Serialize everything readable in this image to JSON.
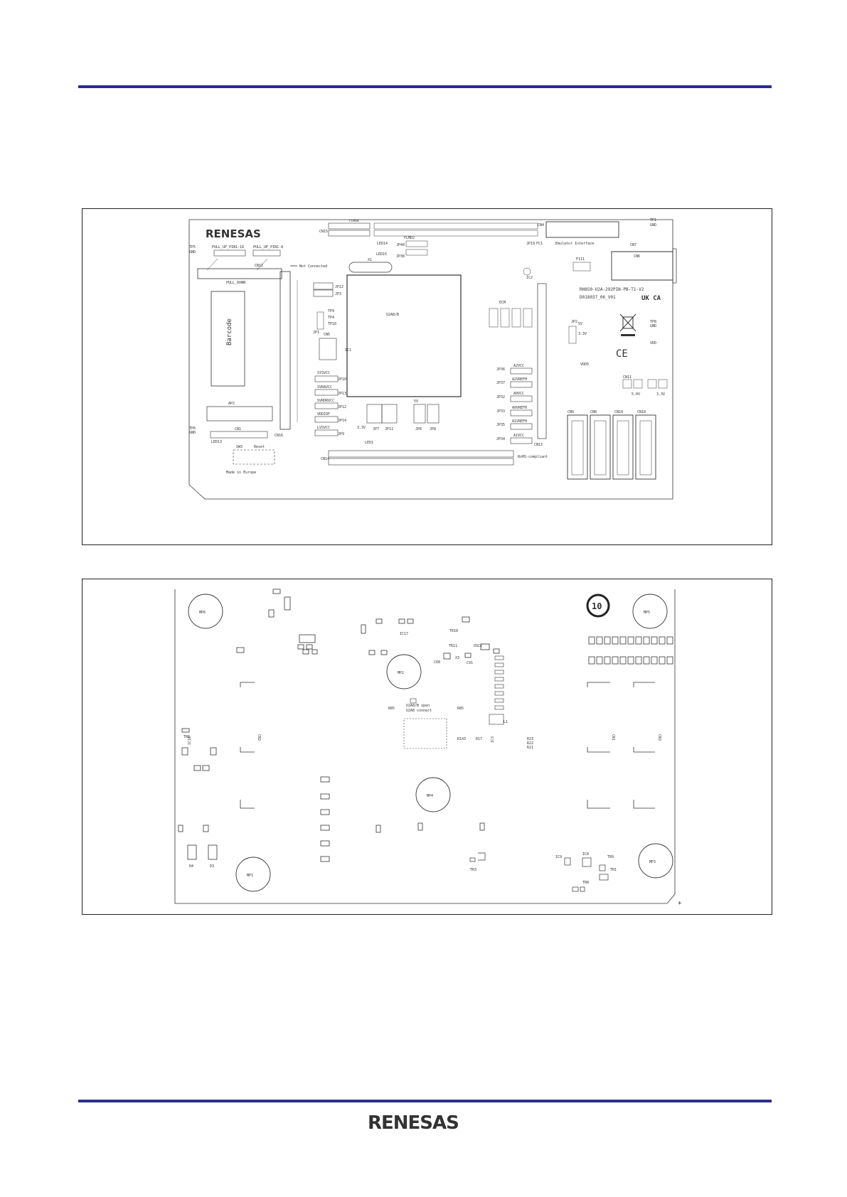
{
  "brand": {
    "name": "RENESAS",
    "color": "#2b2d8c"
  },
  "top_view": {
    "board_id": "RH850-U2A-292PIN-PB-T1-V2",
    "board_rev": "D018037_06_V01",
    "barcode": "Barcode",
    "not_connected": "Not Connected",
    "emulator": "Emulator Interface",
    "ic1": "IC1",
    "u2a": "U2A8/B",
    "ap2": "AP2",
    "made_in": "Made in Europe",
    "rohs": "RoHS-compliant",
    "tp1": "TP1",
    "tp5": "TP5",
    "tp6": "TP6",
    "tp8": "TP8",
    "gnd": "GND",
    "pull_up_1": "PULL_UP_PIN1-16",
    "pull_up_2": "PULL_UP_PIN1-8",
    "pull_down": "PULL_DOWN",
    "cn1": "CN1",
    "cn4": "CN4",
    "cn5": "CN5",
    "cn6": "CN6",
    "cn7": "CN7",
    "cn8": "CN8",
    "cn9": "CN9",
    "cn10": "CN10",
    "cn11": "CN11",
    "cn12": "CN12",
    "cn13": "CN13",
    "cn14": "CN14",
    "cn15": "CN15",
    "cn16": "CN16",
    "jp22": "JP22",
    "jp3": "JP3",
    "jp1": "JP1",
    "jp10": "JP10",
    "jp13": "JP13",
    "jp12": "JP12",
    "jp14": "JP14",
    "jp9": "JP9",
    "jp7": "JP7",
    "jp11": "JP11",
    "jp6": "JP6",
    "jp8": "JP8",
    "jp36": "JP36",
    "jp37": "JP37",
    "jp32": "JP32",
    "jp33": "JP33",
    "jp35": "JP35",
    "jp34": "JP34",
    "jp19": "JP19",
    "jp40": "JP40",
    "jp38": "JP38",
    "jp2": "JP2",
    "tp9": "TP9",
    "tp4": "TP4",
    "tp10": "TP10",
    "sysvcc": "SYSVCC",
    "svravcc": "SVRAVCC",
    "svrdrvcc": "SVRDRVCC",
    "vddiof": "VDDIOF",
    "lvsvcc": "LVSVCC",
    "a2vcc": "A2VCC",
    "a2vrefh": "A2VREFH",
    "a0vcc": "A0VCC",
    "a0vrefh": "A0VREFH",
    "a1vrefh": "A1VREFH",
    "a1vcc": "A1VCC",
    "led13": "LED13",
    "led1": "LED1",
    "led14": "LED14",
    "led15": "LED15",
    "sw3": "SW3",
    "reset": "Reset",
    "x1": "X1",
    "fc1": "FC1",
    "f111": "F111",
    "ic2": "IC2",
    "v33": "3.3V",
    "v5": "5V",
    "v50": "5.0V",
    "vdd": "VDD",
    "vdd5": "VDD5",
    "ecm": "ECM",
    "flmd0": "FLMD0",
    "flmd2": "FLMD2",
    "uk_mark": "UK CA",
    "ce_mark": "CE"
  },
  "bottom_view": {
    "mp1": "MP1",
    "mp2": "MP2",
    "mp3": "MP3",
    "mp4": "MP4",
    "mp5": "MP5",
    "mp6": "MP6",
    "ic17": "IC17",
    "ic16": "IC16",
    "ic3": "IC3",
    "ic8": "IC8",
    "ic9": "IC9",
    "osc1": "OSC1",
    "tr10": "TR10",
    "tr11": "TR11",
    "tr6": "TR6",
    "tr8": "TR8",
    "tr9": "TR9",
    "tr1": "TR1",
    "tr3": "TR3",
    "cn2": "CN2",
    "cn3": "CN3",
    "cn1": "CN1",
    "d3": "D3",
    "d4": "D4",
    "c68": "C68",
    "c91": "C91",
    "x3": "X3",
    "u2a_open": "U2A8/B open",
    "u2a_connect": "U2A8 connect",
    "r85": "R85",
    "r143": "R143",
    "r17": "R17",
    "l1": "L1",
    "r23": "R23",
    "r22": "R22",
    "r21": "R21",
    "rohs_years": "10"
  }
}
